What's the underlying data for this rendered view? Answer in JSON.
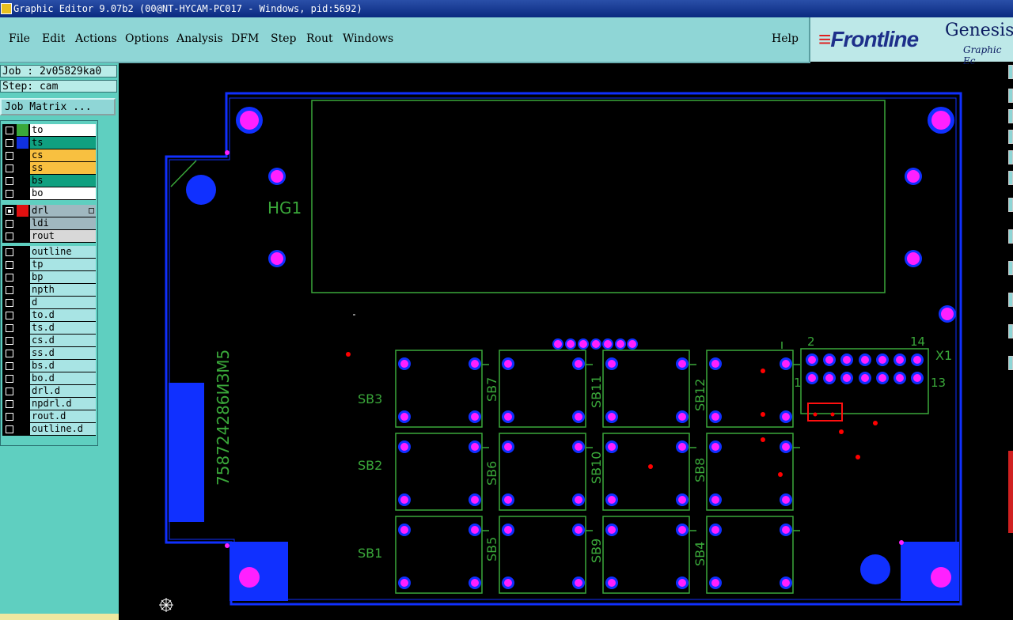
{
  "window": {
    "title": "Graphic Editor 9.07b2 (00@NT-HYCAM-PC017 - Windows, pid:5692)"
  },
  "menu": {
    "file": "File",
    "edit": "Edit",
    "actions": "Actions",
    "options": "Options",
    "analysis": "Analysis",
    "dfm": "DFM",
    "step": "Step",
    "rout": "Rout",
    "windows": "Windows",
    "help": "Help"
  },
  "brand": {
    "frontline": "Frontline",
    "genesis": "Genesis",
    "subtitle": "Graphic Ec"
  },
  "job": {
    "label": "Job : 2v05829ka0",
    "step": "Step: cam",
    "matrix_button": "Job Matrix ..."
  },
  "layers": {
    "board": [
      {
        "name": "to",
        "color": "#3aa83a",
        "bg": "#ffffff"
      },
      {
        "name": "ts",
        "color": "#1030e0",
        "bg": "#10a080"
      },
      {
        "name": "cs",
        "color": "#000000",
        "bg": "#f8c040"
      },
      {
        "name": "ss",
        "color": "#000000",
        "bg": "#f8c040"
      },
      {
        "name": "bs",
        "color": "#000000",
        "bg": "#10a080"
      },
      {
        "name": "bo",
        "color": "#000000",
        "bg": "#ffffff"
      }
    ],
    "drill": [
      {
        "name": "drl",
        "color": "#e01010",
        "bg": "#a0b8c0",
        "active": true
      },
      {
        "name": "ldi",
        "color": "#000000",
        "bg": "#a0b8c0"
      },
      {
        "name": "rout",
        "color": "#000000",
        "bg": "#d8d8d8"
      }
    ],
    "misc": [
      {
        "name": "outline"
      },
      {
        "name": "tp"
      },
      {
        "name": "bp"
      },
      {
        "name": "npth"
      },
      {
        "name": "d"
      },
      {
        "name": "to.d"
      },
      {
        "name": "ts.d"
      },
      {
        "name": "cs.d"
      },
      {
        "name": "ss.d"
      },
      {
        "name": "bs.d"
      },
      {
        "name": "bo.d"
      },
      {
        "name": "drl.d"
      },
      {
        "name": "npdrl.d"
      },
      {
        "name": "rout.d"
      },
      {
        "name": "outline.d"
      }
    ]
  },
  "canvas": {
    "labels": {
      "hg1": "HG1",
      "serial": "758724286ИЗМ5",
      "sb3": "SB3",
      "sb2": "SB2",
      "sb1": "SB1",
      "sb7": "SB7",
      "sb6": "SB6",
      "sb5": "SB5",
      "sb11": "SB11",
      "sb10": "SB10",
      "sb9": "SB9",
      "sb12": "SB12",
      "sb8": "SB8",
      "sb4": "SB4",
      "x1": "X1",
      "pin2": "2",
      "pin14": "14",
      "pin1": "1",
      "pin13": "13"
    },
    "colors": {
      "outline": "#1030ff",
      "pad": "#ff20ff",
      "silk": "#3aa83a",
      "drill": "#ff0000"
    }
  }
}
